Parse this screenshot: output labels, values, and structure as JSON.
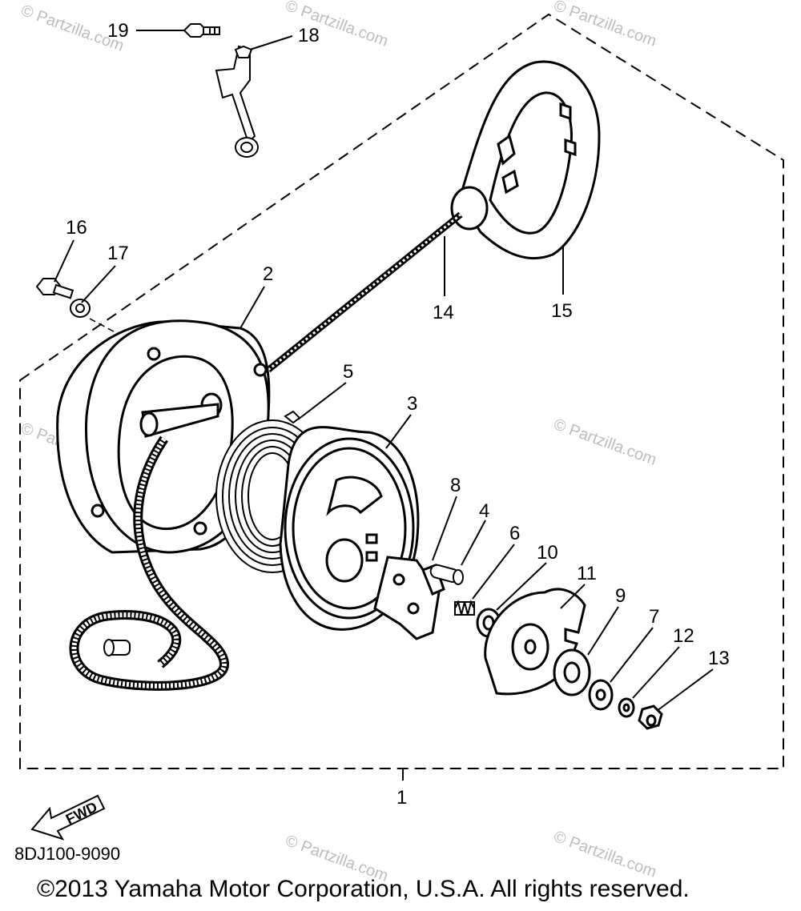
{
  "diagram": {
    "callouts": {
      "c1": "1",
      "c2": "2",
      "c3": "3",
      "c4": "4",
      "c5": "5",
      "c6": "6",
      "c7": "7",
      "c8": "8",
      "c9": "9",
      "c10": "10",
      "c11": "11",
      "c12": "12",
      "c13": "13",
      "c14": "14",
      "c15": "15",
      "c16": "16",
      "c17": "17",
      "c18": "18",
      "c19": "19"
    },
    "fwd_label": "FWD",
    "watermark": "© Partzilla.com"
  },
  "footer": {
    "diagram_id": "8DJ100-9090",
    "copyright": "©2013 Yamaha Motor Corporation, U.S.A. All rights reserved."
  }
}
